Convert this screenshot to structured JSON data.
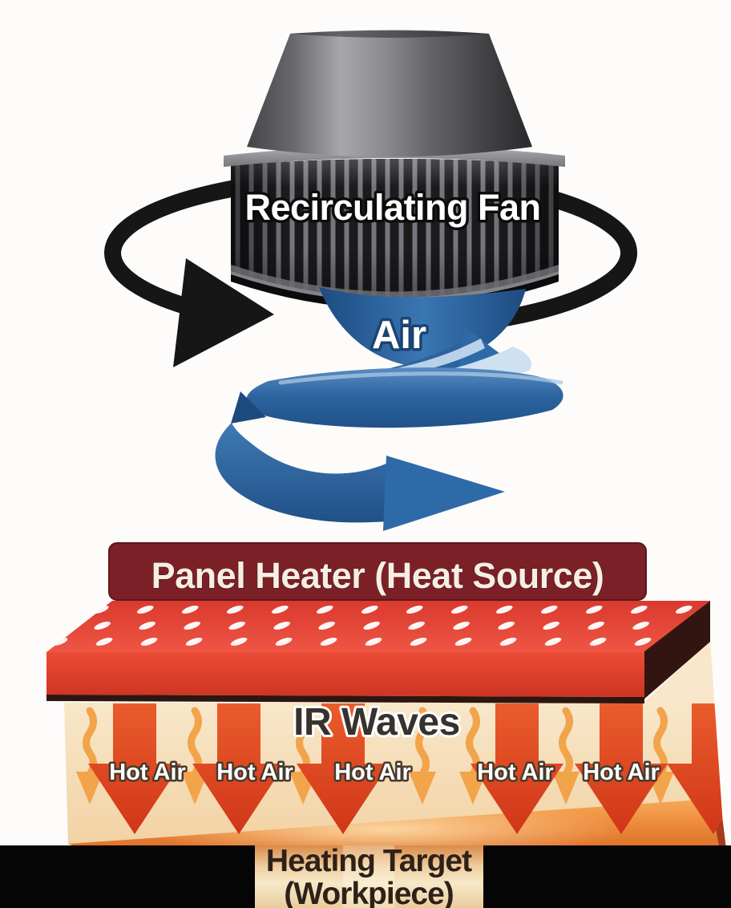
{
  "diagram": {
    "title_context": "Recirculating fan / panel heater heating diagram",
    "fan_label": "Recirculating Fan",
    "air_label": "Air",
    "panel_label": "Panel Heater (Heat Source)",
    "ir_label": "IR Waves",
    "hot_air_labels": [
      "Hot Air",
      "Hot Air",
      "Hot Air",
      "Hot Air",
      "Hot Air"
    ],
    "target_line1": "Heating Target",
    "target_line2": "(Workpiece)",
    "colors": {
      "air_blue": "#2e6daa",
      "banner_maroon": "#7b2027",
      "panel_red": "#e8432f",
      "ir_arrow_red": "#d8401f",
      "hot_air_orange": "#f2a44a",
      "oven_tan": "#f5ddba",
      "floor_orange": "#e2762b",
      "letterbox_black": "#050505",
      "fan_black": "#17171a"
    }
  }
}
